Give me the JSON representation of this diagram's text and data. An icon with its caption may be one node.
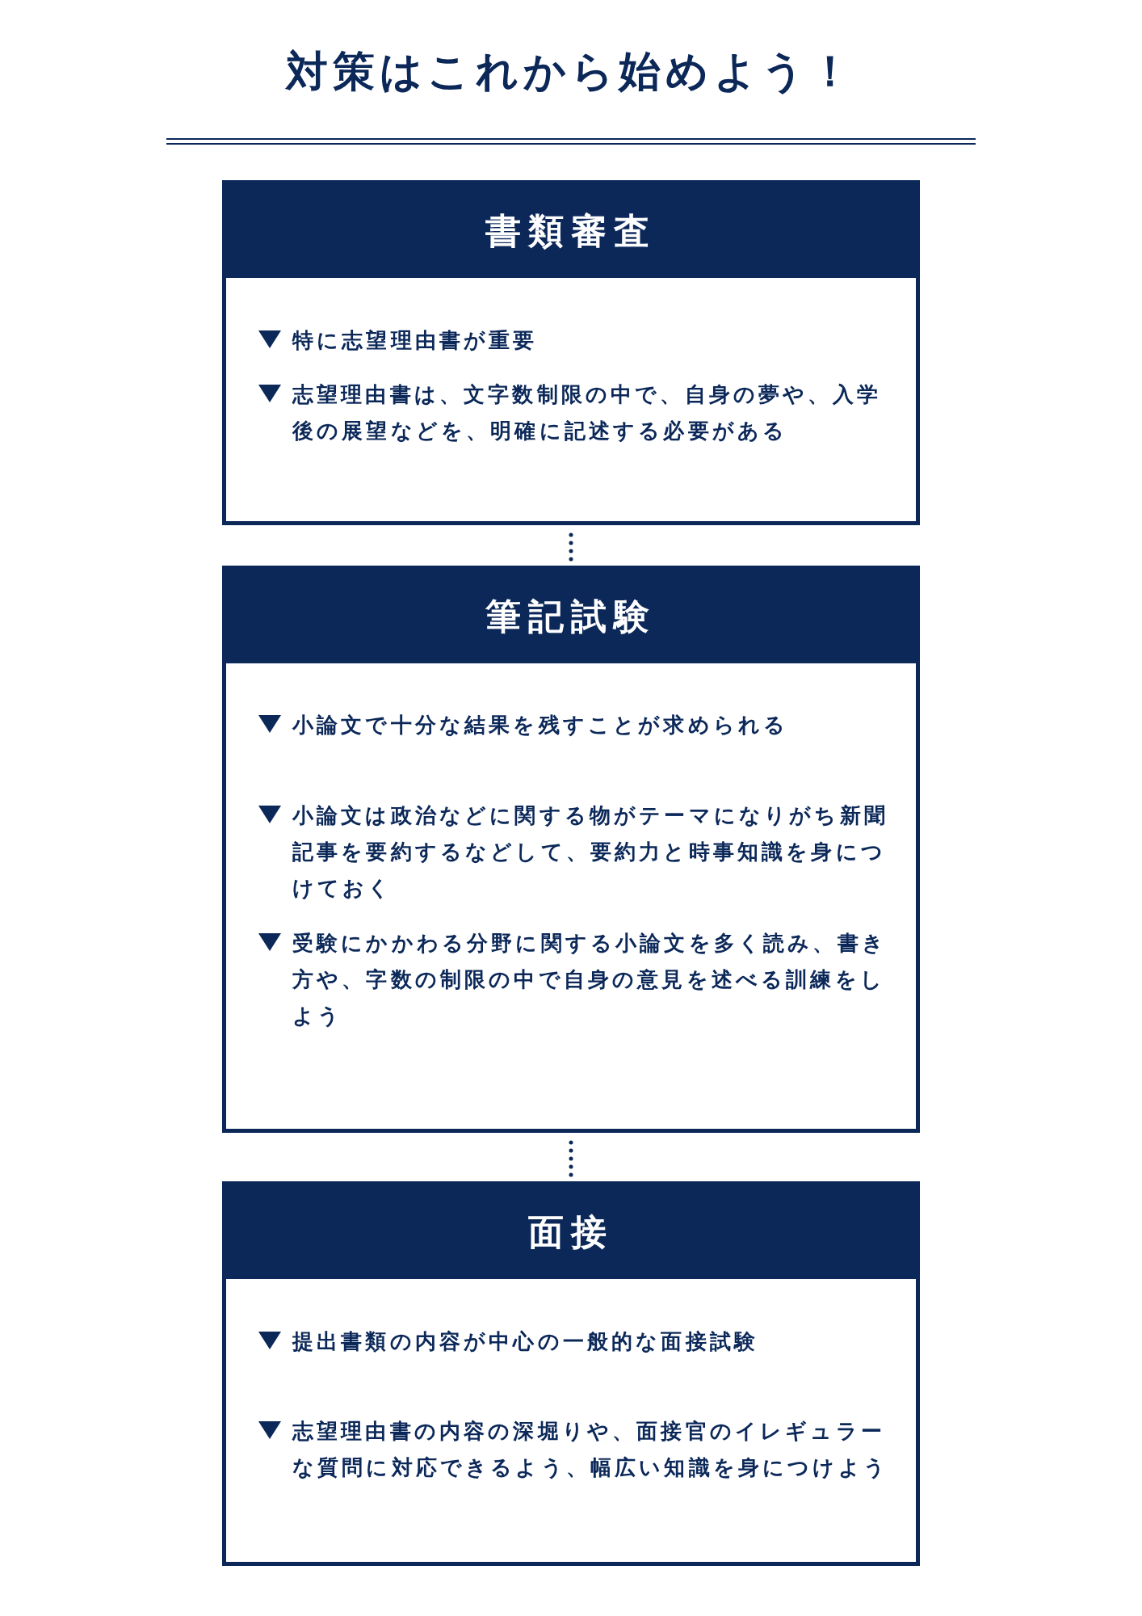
{
  "diagram": {
    "title": "対策はこれから始めよう！",
    "nodes": [
      {
        "text": [
          "書類審査",
          "特に志望理由書が重要",
          "志望理由書は、文字数制限の中で、自身の夢や、入学後の展望などを、明確に記述する必要がある"
        ]
      },
      {
        "text": [
          "筆記試験",
          "小論文で十分な結果を残すことが求められる",
          "小論文は政治などに関する物がテーマになりがち新聞記事を要約するなどして、要約力と時事知識を身につけておく",
          "受験にかかわる分野に関する小論文を多く読み、書き方や、字数の制限の中で自身の意見を述べる訓練をしよう"
        ]
      },
      {
        "text": [
          "面接",
          "提出書類の内容が中心の一般的な面接試験",
          "志望理由書の内容の深堀りや、面接官のイレギュラーな質問に対応できるよう、幅広い知識を身につけよう"
        ]
      }
    ],
    "edges": [
      {
        "from": 0,
        "to": 1,
        "arrow": "none",
        "style": "dashed"
      },
      {
        "from": 1,
        "to": 2,
        "arrow": "none",
        "style": "dashed"
      }
    ]
  }
}
